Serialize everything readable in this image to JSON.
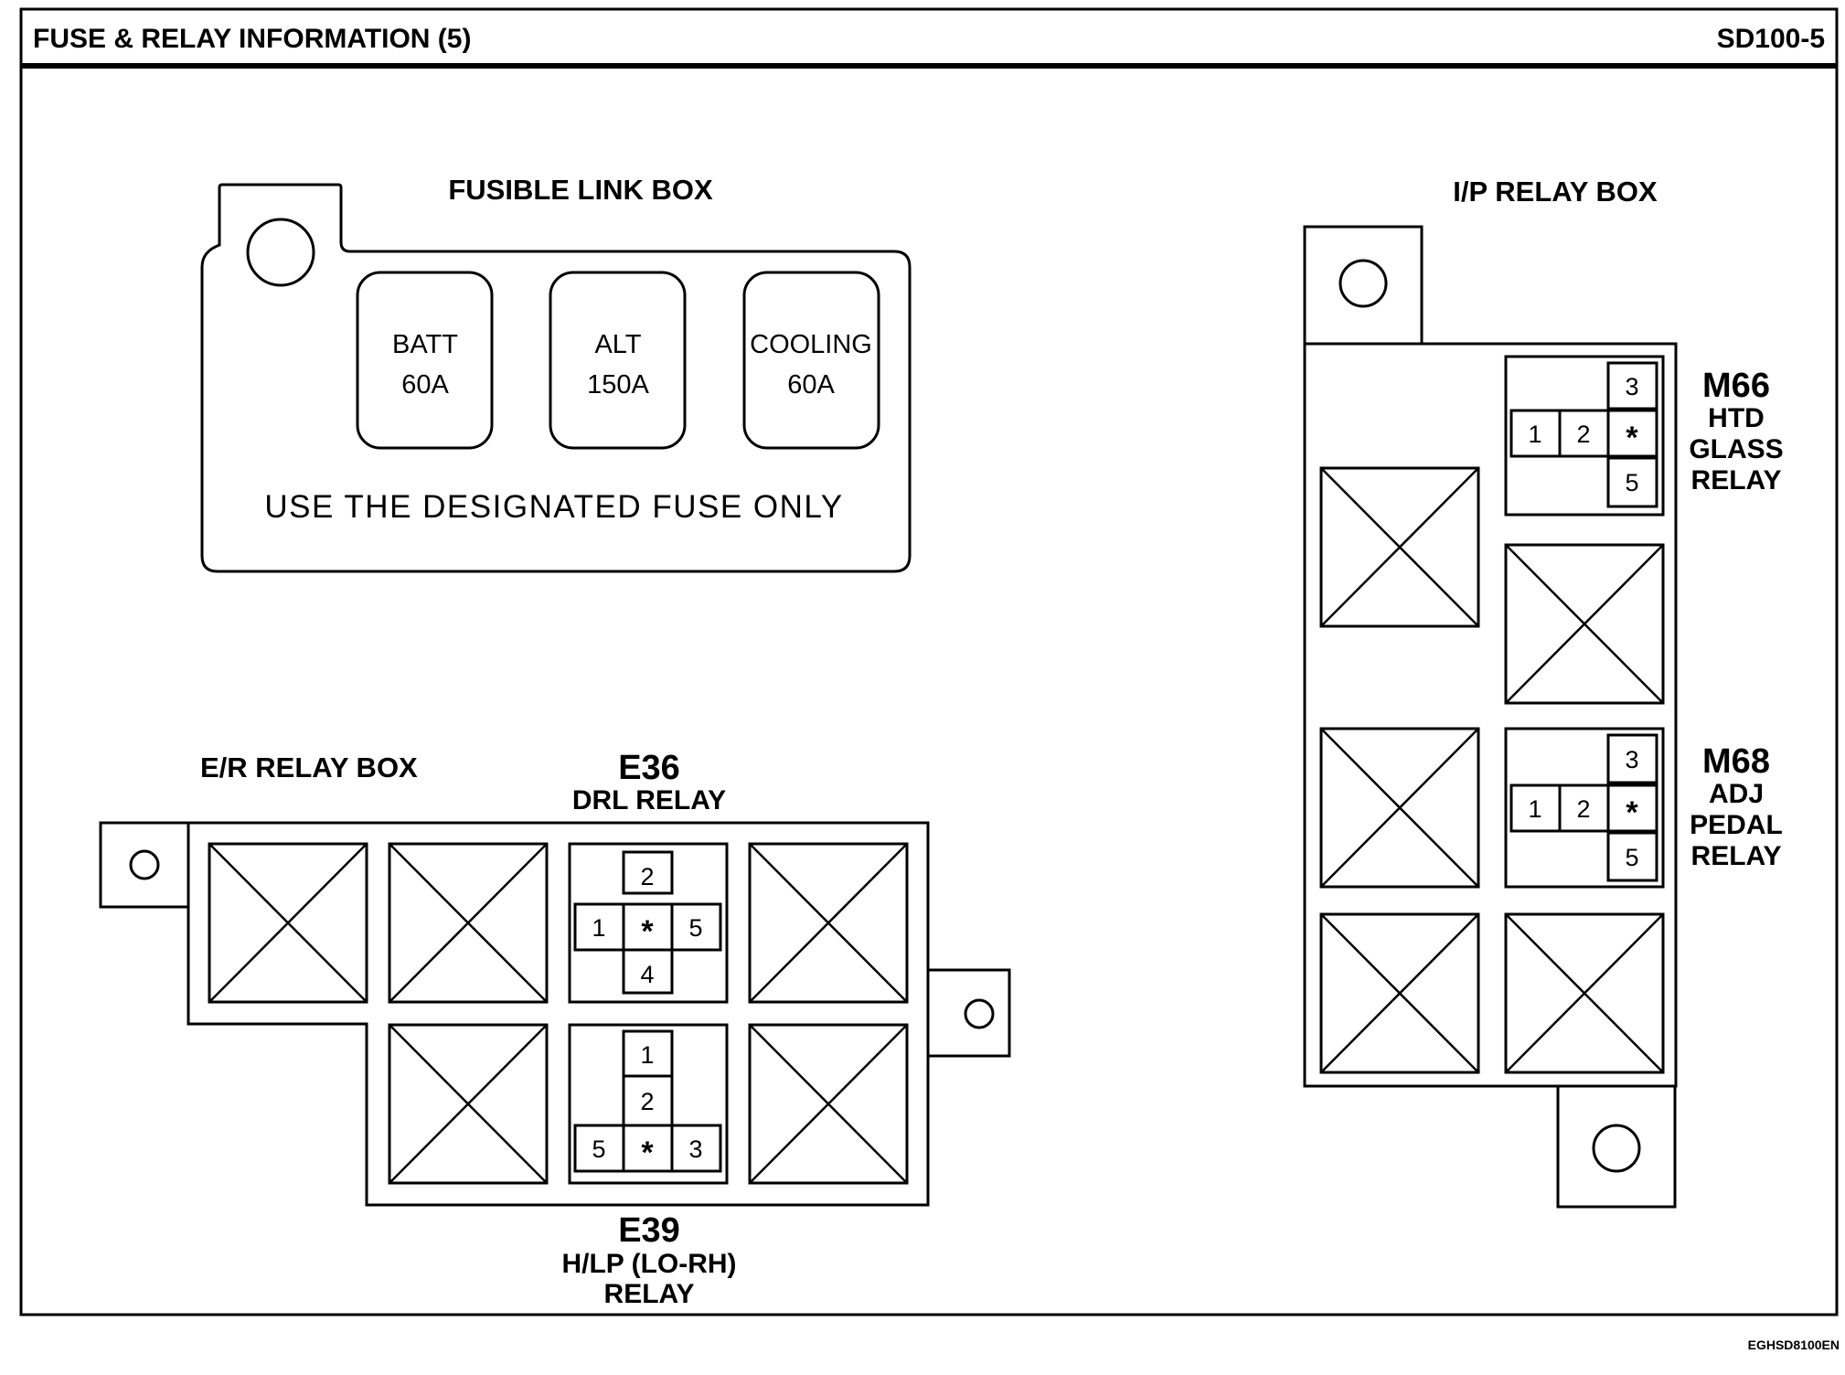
{
  "header": {
    "title": "FUSE & RELAY INFORMATION (5)",
    "page_code": "SD100-5"
  },
  "footer": {
    "ref_code": "EGHSD8100EN"
  },
  "fusible_link_box": {
    "title": "FUSIBLE LINK BOX",
    "fuses": [
      {
        "name": "BATT",
        "rating": "60A"
      },
      {
        "name": "ALT",
        "rating": "150A"
      },
      {
        "name": "COOLING",
        "rating": "60A"
      }
    ],
    "note": "USE THE DESIGNATED FUSE ONLY"
  },
  "er_relay_box": {
    "title": "E/R RELAY BOX",
    "e36": {
      "code": "E36",
      "name": "DRL RELAY",
      "pins": [
        "2",
        "1",
        "*",
        "5",
        "4"
      ]
    },
    "e39": {
      "code": "E39",
      "name_line1": "H/LP (LO-RH)",
      "name_line2": "RELAY",
      "pins": [
        "1",
        "2",
        "5",
        "*",
        "3"
      ]
    }
  },
  "ip_relay_box": {
    "title": "I/P RELAY BOX",
    "m66": {
      "code": "M66",
      "lines": [
        "HTD",
        "GLASS",
        "RELAY"
      ],
      "pins": [
        "3",
        "1",
        "2",
        "*",
        "5"
      ]
    },
    "m68": {
      "code": "M68",
      "lines": [
        "ADJ",
        "PEDAL",
        "RELAY"
      ],
      "pins": [
        "3",
        "1",
        "2",
        "*",
        "5"
      ]
    }
  }
}
